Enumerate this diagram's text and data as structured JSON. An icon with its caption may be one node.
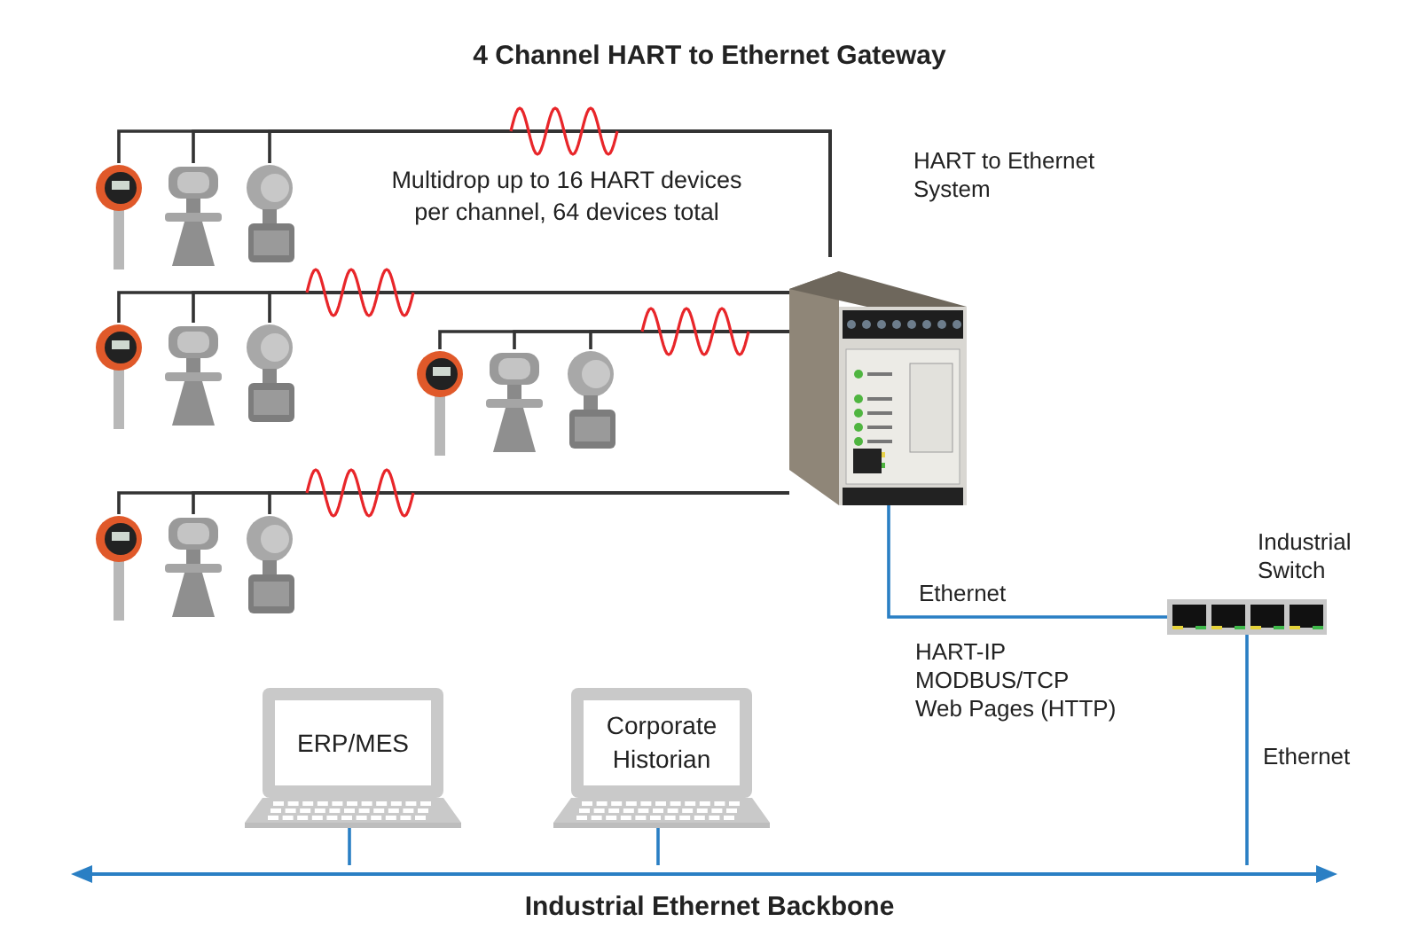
{
  "diagram": {
    "title": "4 Channel HART to Ethernet Gateway",
    "nodes": [
      {
        "text": [],
        "shape": "picture",
        "beside": [
          "HART to Ethernet System"
        ]
      },
      {
        "text": [],
        "shape": "picture"
      },
      {
        "text": [],
        "shape": "picture"
      },
      {
        "text": [],
        "shape": "picture"
      },
      {
        "text": [],
        "shape": "picture"
      },
      {
        "text": [],
        "shape": "picture"
      },
      {
        "text": [],
        "shape": "picture"
      },
      {
        "text": [],
        "shape": "picture"
      },
      {
        "text": [],
        "shape": "picture"
      },
      {
        "text": [],
        "shape": "picture"
      },
      {
        "text": [],
        "shape": "picture"
      },
      {
        "text": [],
        "shape": "picture"
      },
      {
        "text": [],
        "shape": "picture"
      },
      {
        "text": [],
        "shape": "picture",
        "beside": [
          "Industrial Switch"
        ]
      },
      {
        "text": [
          "ERP/MES"
        ]
      },
      {
        "text": [
          "Corporate Historian"
        ]
      },
      {
        "text": [],
        "shape": "bar",
        "beside": [
          "Industrial Ethernet Backbone"
        ]
      }
    ],
    "edges": [
      {
        "from": 1,
        "to": 0,
        "arrow": "none"
      },
      {
        "from": 2,
        "to": 0,
        "arrow": "none"
      },
      {
        "from": 3,
        "to": 0,
        "arrow": "none"
      },
      {
        "from": 4,
        "to": 0,
        "arrow": "none"
      },
      {
        "from": 5,
        "to": 0,
        "arrow": "none"
      },
      {
        "from": 6,
        "to": 0,
        "arrow": "none"
      },
      {
        "from": 7,
        "to": 0,
        "arrow": "none"
      },
      {
        "from": 8,
        "to": 0,
        "arrow": "none"
      },
      {
        "from": 9,
        "to": 0,
        "arrow": "none"
      },
      {
        "from": 10,
        "to": 0,
        "arrow": "none"
      },
      {
        "from": 11,
        "to": 0,
        "arrow": "none"
      },
      {
        "from": 12,
        "to": 0,
        "arrow": "none"
      },
      {
        "from": 0,
        "to": 13,
        "arrow": "none",
        "label": "Ethernet",
        "color": "#2a7fc4"
      },
      {
        "from": 13,
        "to": 16,
        "arrow": "none",
        "label": "Ethernet",
        "color": "#2a7fc4"
      },
      {
        "from": 14,
        "to": 16,
        "arrow": "none",
        "color": "#2a7fc4"
      },
      {
        "from": 15,
        "to": 16,
        "arrow": "none",
        "color": "#2a7fc4"
      }
    ],
    "labels": [
      "Multidrop up to 16 HART devices per channel, 64 devices total",
      "HART-IP",
      "MODBUS/TCP",
      "Web Pages (HTTP)"
    ]
  }
}
